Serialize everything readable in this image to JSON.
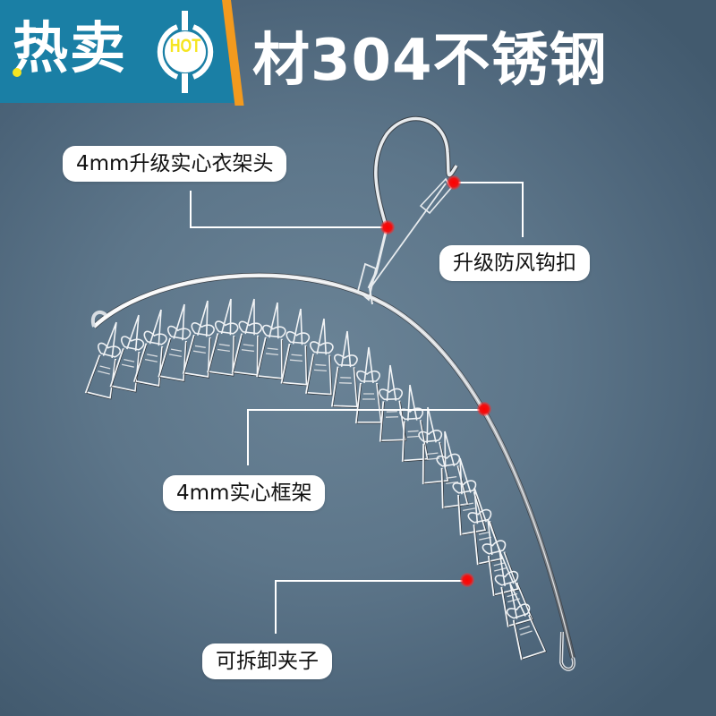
{
  "badge": {
    "label": "热卖",
    "hot_text": "HOT",
    "colors": {
      "background": "#1a7fa5",
      "stripe": "#f39a1e",
      "hot_text": "#f5e520"
    }
  },
  "title": "材304不锈钢",
  "callouts": [
    {
      "id": "hanger-head",
      "label": "4mm升级实心衣架头"
    },
    {
      "id": "windproof-hook",
      "label": "升级防风钩扣"
    },
    {
      "id": "frame",
      "label": "4mm实心框架"
    },
    {
      "id": "clips",
      "label": "可拆卸夹子"
    }
  ],
  "colors": {
    "background": "#5d768a",
    "marker": "#ff1a1a",
    "leader_line": "#ffffff"
  }
}
